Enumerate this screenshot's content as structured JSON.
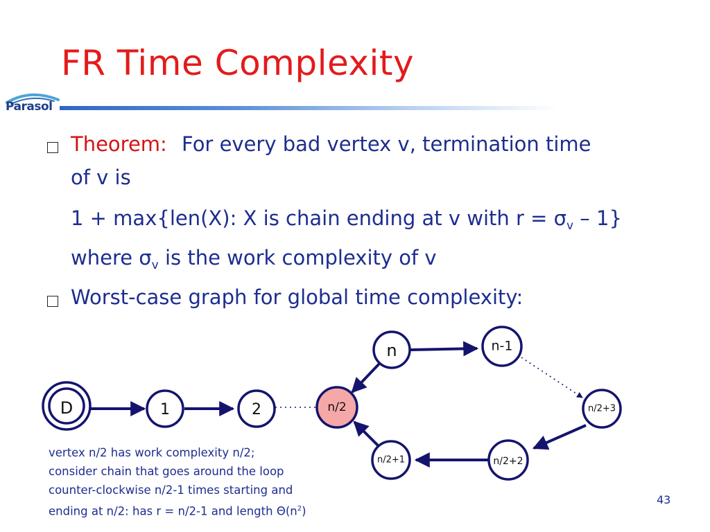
{
  "slide": {
    "title": "FR Time Complexity",
    "logo_text": "Parasol",
    "page_number": "43"
  },
  "bullets": {
    "theorem_label": "Theorem:",
    "theorem_text": "For every bad vertex v, termination time",
    "theorem_cont": "of v is",
    "formula_pre": "1 + max{len(X): X is chain ending at v with r = σ",
    "formula_sub": "v",
    "formula_post": " – 1}",
    "where_pre": "where σ",
    "where_sub": "v",
    "where_post": " is the work complexity of v",
    "bullet2": "Worst-case graph for global time complexity:"
  },
  "graph": {
    "nodes": {
      "D": "D",
      "n1": "1",
      "n2": "2",
      "mid": "n/2",
      "n": "n",
      "nm1": "n-1",
      "np3": "n/2+3",
      "np2": "n/2+2",
      "np1": "n/2+1"
    },
    "colors": {
      "arrow": "#14146e",
      "highlight_fill": "#f6a8a8",
      "node_stroke": "#14146e"
    }
  },
  "note": {
    "line1": "vertex n/2 has work complexity n/2;",
    "line2": "consider chain that goes around the loop",
    "line3": "counter-clockwise n/2-1 times starting and",
    "line4_pre": "ending at n/2:  has r = n/2-1 and length Θ(n",
    "line4_sup": "2",
    "line4_post": ")"
  }
}
